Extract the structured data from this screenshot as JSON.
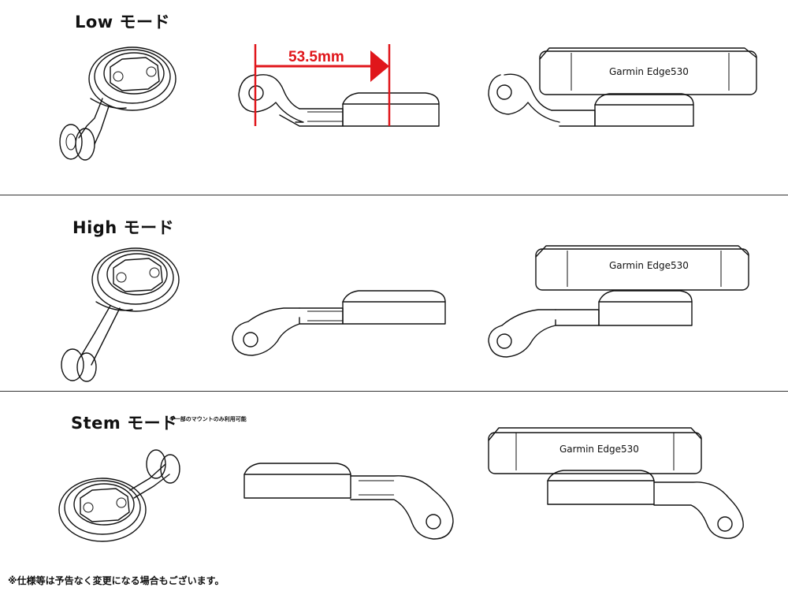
{
  "sections": {
    "low": {
      "name": "Low",
      "mode": "モード"
    },
    "high": {
      "name": "High",
      "mode": "モード"
    },
    "stem": {
      "name": "Stem",
      "mode": "モード",
      "note": "※一部のマウントのみ利用可能"
    }
  },
  "device_label": "Garmin Edge530",
  "measurement": {
    "text": "53.5mm",
    "color": "#e0161b"
  },
  "footnote": "※仕様等は予告なく変更になる場合もございます。"
}
